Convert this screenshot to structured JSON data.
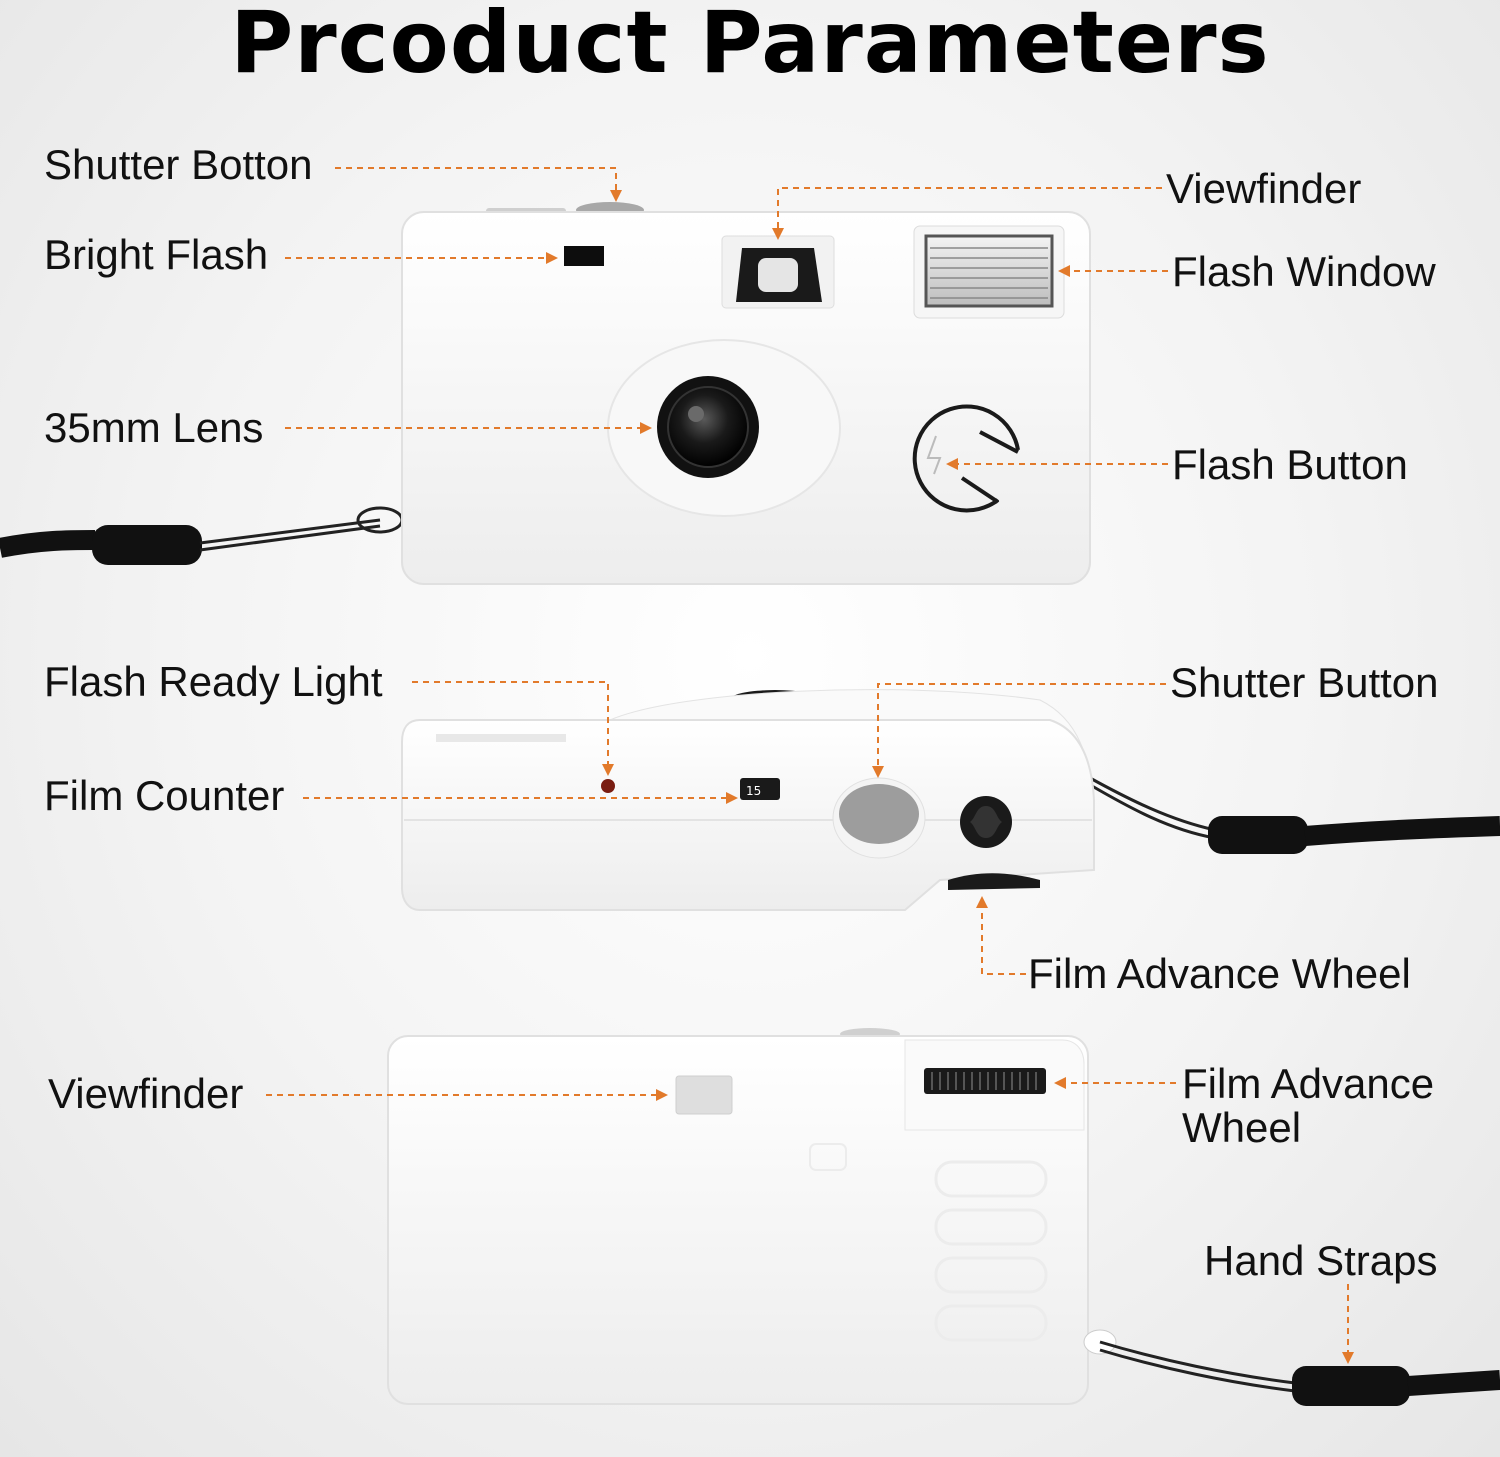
{
  "title": "Prcoduct Parameters",
  "colors": {
    "accent": "#e27a2b",
    "body": "#ffffff",
    "ink": "#111111"
  },
  "labels": {
    "shutter_botton": "Shutter Botton",
    "bright_flash": "Bright Flash",
    "viewfinder_front": "Viewfinder",
    "flash_window": "Flash Window",
    "lens": "35mm Lens",
    "flash_button": "Flash Button",
    "flash_ready_light": "Flash Ready Light",
    "film_counter": "Film Counter",
    "shutter_button": "Shutter Button",
    "film_advance_wheel_top": "Film Advance Wheel",
    "viewfinder_back": "Viewfinder",
    "film_advance_wheel_back_1": "Film Advance",
    "film_advance_wheel_back_2": "Wheel",
    "hand_straps": "Hand Straps"
  },
  "counter_text": "15"
}
